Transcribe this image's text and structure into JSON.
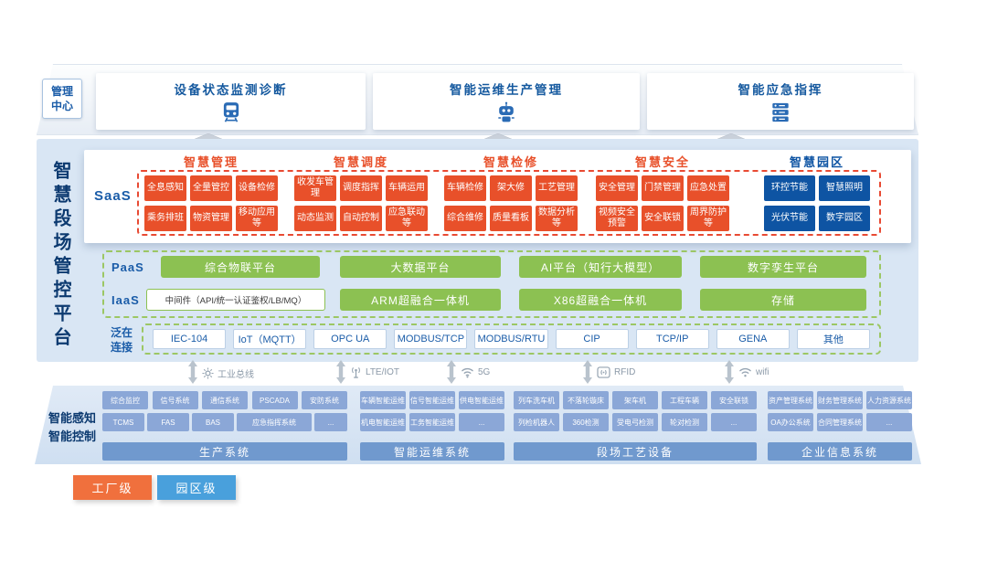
{
  "platform": {
    "title": "智慧段场管控平台"
  },
  "management_center": {
    "label": "管理中心",
    "boxes": [
      {
        "title": "设备状态监测诊断",
        "icon": "train-icon"
      },
      {
        "title": "智能运维生产管理",
        "icon": "robot-icon"
      },
      {
        "title": "智能应急指挥",
        "icon": "server-stack-icon"
      }
    ]
  },
  "layers": {
    "saas_label": "SaaS",
    "paas_label": "PaaS",
    "iaas_label": "IaaS",
    "connect_label": "泛在连接"
  },
  "saas_groups": [
    {
      "title": "智慧管理",
      "color": "#e8502a",
      "items": [
        "全息感知",
        "全量管控",
        "设备检修",
        "乘务排班",
        "物资管理",
        "移动应用等"
      ]
    },
    {
      "title": "智慧调度",
      "color": "#e8502a",
      "items": [
        "收发车管理",
        "调度指挥",
        "车辆运用",
        "动态监测",
        "自动控制",
        "应急联动等"
      ]
    },
    {
      "title": "智慧检修",
      "color": "#e8502a",
      "items": [
        "车辆检修",
        "架大修",
        "工艺管理",
        "综合维修",
        "质量看板",
        "数据分析等"
      ]
    },
    {
      "title": "智慧安全",
      "color": "#e8502a",
      "items": [
        "安全管理",
        "门禁管理",
        "应急处置",
        "视频安全预警",
        "安全联锁",
        "周界防护等"
      ]
    },
    {
      "title": "智慧园区",
      "color": "#0e54a3",
      "items": [
        "环控节能",
        "智慧照明",
        "光伏节能",
        "数字园区"
      ]
    }
  ],
  "paas_items": [
    "综合物联平台",
    "大数据平台",
    "AI平台（知行大模型）",
    "数字孪生平台"
  ],
  "iaas_items": [
    "中间件（API/统一认证鉴权/LB/MQ）",
    "ARM超融合一体机",
    "X86超融合一体机",
    "存储"
  ],
  "connect_items": [
    "IEC-104",
    "IoT（MQTT）",
    "OPC UA",
    "MODBUS/TCP",
    "MODBUS/RTU",
    "CIP",
    "TCP/IP",
    "GENA",
    "其他"
  ],
  "link_channels": [
    "工业总线",
    "LTE/IOT",
    "5G",
    "RFID",
    "wifi"
  ],
  "perception": {
    "label_line1": "智能感知",
    "label_line2": "智能控制",
    "groups": [
      {
        "title": "生产系统",
        "row1": [
          "综合监控",
          "信号系统",
          "通信系统",
          "PSCADA",
          "安防系统"
        ],
        "row2": [
          "TCMS",
          "FAS",
          "BAS",
          "应急指挥系统",
          "..."
        ]
      },
      {
        "title": "智能运维系统",
        "row1": [
          "车辆智能运维",
          "信号智能运维",
          "供电智能运维"
        ],
        "row2": [
          "机电智能运维",
          "工务智能运维",
          "..."
        ]
      },
      {
        "title": "段场工艺设备",
        "row1": [
          "列车洗车机",
          "不落轮镟床",
          "架车机",
          "工程车辆",
          "安全联锁"
        ],
        "row2": [
          "列检机器人",
          "360检测",
          "受电弓检测",
          "轮对检测",
          "..."
        ]
      },
      {
        "title": "企业信息系统",
        "row1": [
          "资产管理系统",
          "财务管理系统",
          "人力资源系统"
        ],
        "row2": [
          "OA办公系统",
          "合同管理系统",
          "..."
        ]
      }
    ]
  },
  "legend": [
    {
      "label": "工厂级",
      "color": "#f0703d"
    },
    {
      "label": "园区级",
      "color": "#49a0dc"
    }
  ],
  "colors": {
    "saas_orange": "#e8502a",
    "park_blue": "#0e54a3",
    "platform_green": "#8cc152",
    "chip_blue": "#8ba7d7",
    "bar_blue": "#7099ce",
    "panel_blue": "#d9e6f4",
    "dashed_red": "#e84a33",
    "dashed_green": "#9cc764",
    "title_blue": "#1a5ca8"
  }
}
